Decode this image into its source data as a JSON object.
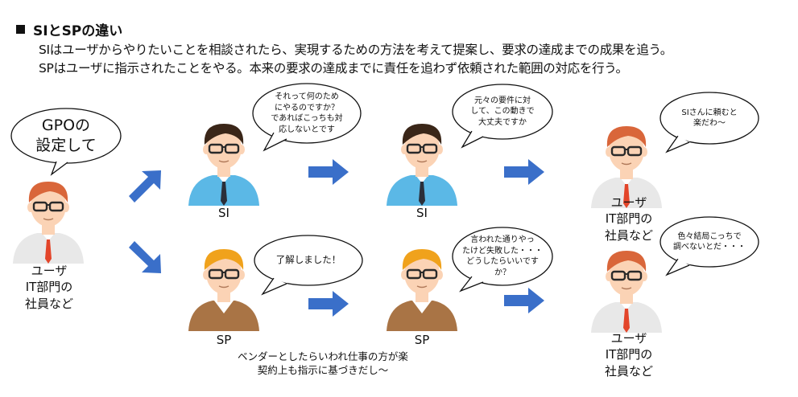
{
  "slide": {
    "title": "SIとSPの違い",
    "desc_si": "SIはユーザからやりたいことを相談されたら、実現するための方法を考えて提案し、要求の達成までの成果を追う。",
    "desc_sp": "SPはユーザに指示されたことをやる。本来の要求の達成までに責任を追わず依頼された範囲の対応を行う。"
  },
  "bubbles": {
    "user_request": "GPOの\n設定して",
    "si_first": "それって何のため\nにやるのですか？\nであればこっちも対\n応しないとです",
    "si_second": "元々の要件に対\nして、この動きで\n大丈夫ですか",
    "user_si": "SIさんに頼むと\n楽だわ〜",
    "sp_first": "了解しました！",
    "sp_second": "言われた通りやっ\nたけど失敗した・・・\nどうしたらいいです\nか？",
    "user_sp": "色々結局こっちで\n調べないとだ・・・"
  },
  "labels": {
    "user_left": "ユーザ\nIT部門の\n社員など",
    "si1": "SI",
    "si2": "SI",
    "user_top_right": "ユーザ\nIT部門の\n社員など",
    "sp1": "SP",
    "sp2": "SP",
    "user_bottom_right": "ユーザ\nIT部門の\n社員など"
  },
  "footer": "ベンダーとしたらいわれ仕事の方が楽\n契約上も指示に基づきだし〜",
  "colors": {
    "arrow": "#3A6FC9",
    "si_shirt": "#5BB8E6",
    "sp_sweater": "#A97445",
    "user_shirt": "#E8E8E8",
    "tie_si": "#2B2F3A",
    "tie_user": "#E3452A",
    "hair_si": "#3A2618",
    "hair_sp": "#F0A21C",
    "hair_user": "#D9663A"
  }
}
